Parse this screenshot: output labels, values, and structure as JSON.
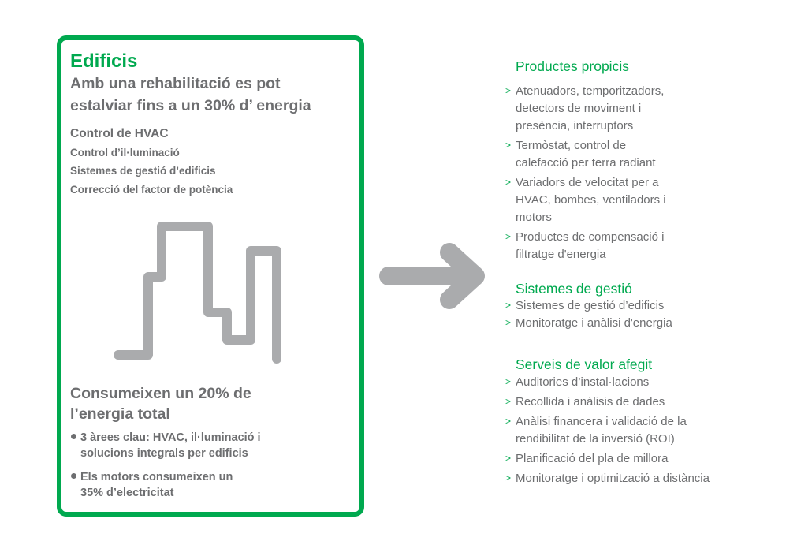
{
  "left": {
    "title": "Edificis",
    "subtitle_1": "Amb una rehabilitació  es pot",
    "subtitle_2": "estalviar  fins  a un 30% d’ energia",
    "items": [
      "Control  de  HVAC",
      "Control  d’il·luminació",
      "Sistemes  de gestió  d’edificis",
      "Correcció  del factor de potència"
    ],
    "consume_1": "Consumeixen  un 20% de",
    "consume_2": "l’energia  total",
    "bullets": [
      [
        "3 àrees clau: HVAC, il·luminació i",
        "solucions integrals per edificis"
      ],
      [
        "Els  motors  consumeixen  un",
        "35%  d’electricitat"
      ]
    ]
  },
  "right": {
    "sections": [
      {
        "title": "Productes propicis",
        "items": [
          [
            "Atenuadors, temporitzadors,",
            "detectors de moviment i",
            "presència, interruptors"
          ],
          [
            "Termòstat, control de",
            "calefacció per terra radiant"
          ],
          [
            "Variadors de velocitat per a",
            "HVAC, bombes, ventiladors i",
            "motors"
          ],
          [
            "Productes de compensació i",
            "filtratge d'energia"
          ]
        ]
      },
      {
        "title": "Sistemes de gestió",
        "items": [
          [
            "Sistemes de gestió d’edificis"
          ],
          [
            "Monitoratge i anàlisi d'energia"
          ]
        ]
      },
      {
        "title": "Serveis de valor afegit",
        "items": [
          [
            "Auditories d’instal·lacions"
          ],
          [
            "Recollida i anàlisis de dades"
          ],
          [
            "Anàlisi financera i validació de la",
            "rendibilitat de la inversió (ROI)"
          ],
          [
            "Planificació del pla de millora"
          ],
          [
            "Monitoratge i optimització a distància"
          ]
        ]
      }
    ]
  },
  "colors": {
    "green": "#00a94f",
    "gray": "#6d6e70",
    "shape": "#aaabad"
  }
}
